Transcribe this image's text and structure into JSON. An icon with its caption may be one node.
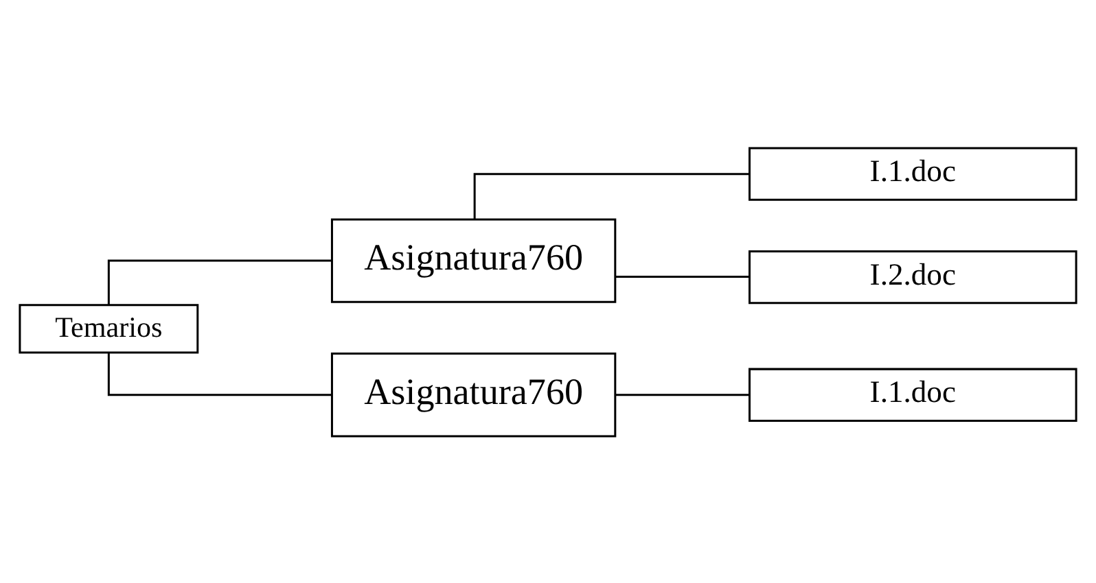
{
  "diagram": {
    "nodes": [
      {
        "text": [
          "Temarios"
        ]
      },
      {
        "text": [
          "Asignatura760"
        ]
      },
      {
        "text": [
          "I.1.doc"
        ]
      },
      {
        "text": [
          "I.2.doc"
        ]
      },
      {
        "text": [
          "Asignatura760"
        ]
      },
      {
        "text": [
          "I.1.doc"
        ]
      }
    ],
    "edges": [
      {
        "from": 0,
        "to": 1,
        "arrow": "none"
      },
      {
        "from": 1,
        "to": 2,
        "arrow": "none"
      },
      {
        "from": 1,
        "to": 3,
        "arrow": "none"
      },
      {
        "from": 0,
        "to": 4,
        "arrow": "none"
      },
      {
        "from": 4,
        "to": 5,
        "arrow": "none"
      }
    ]
  }
}
